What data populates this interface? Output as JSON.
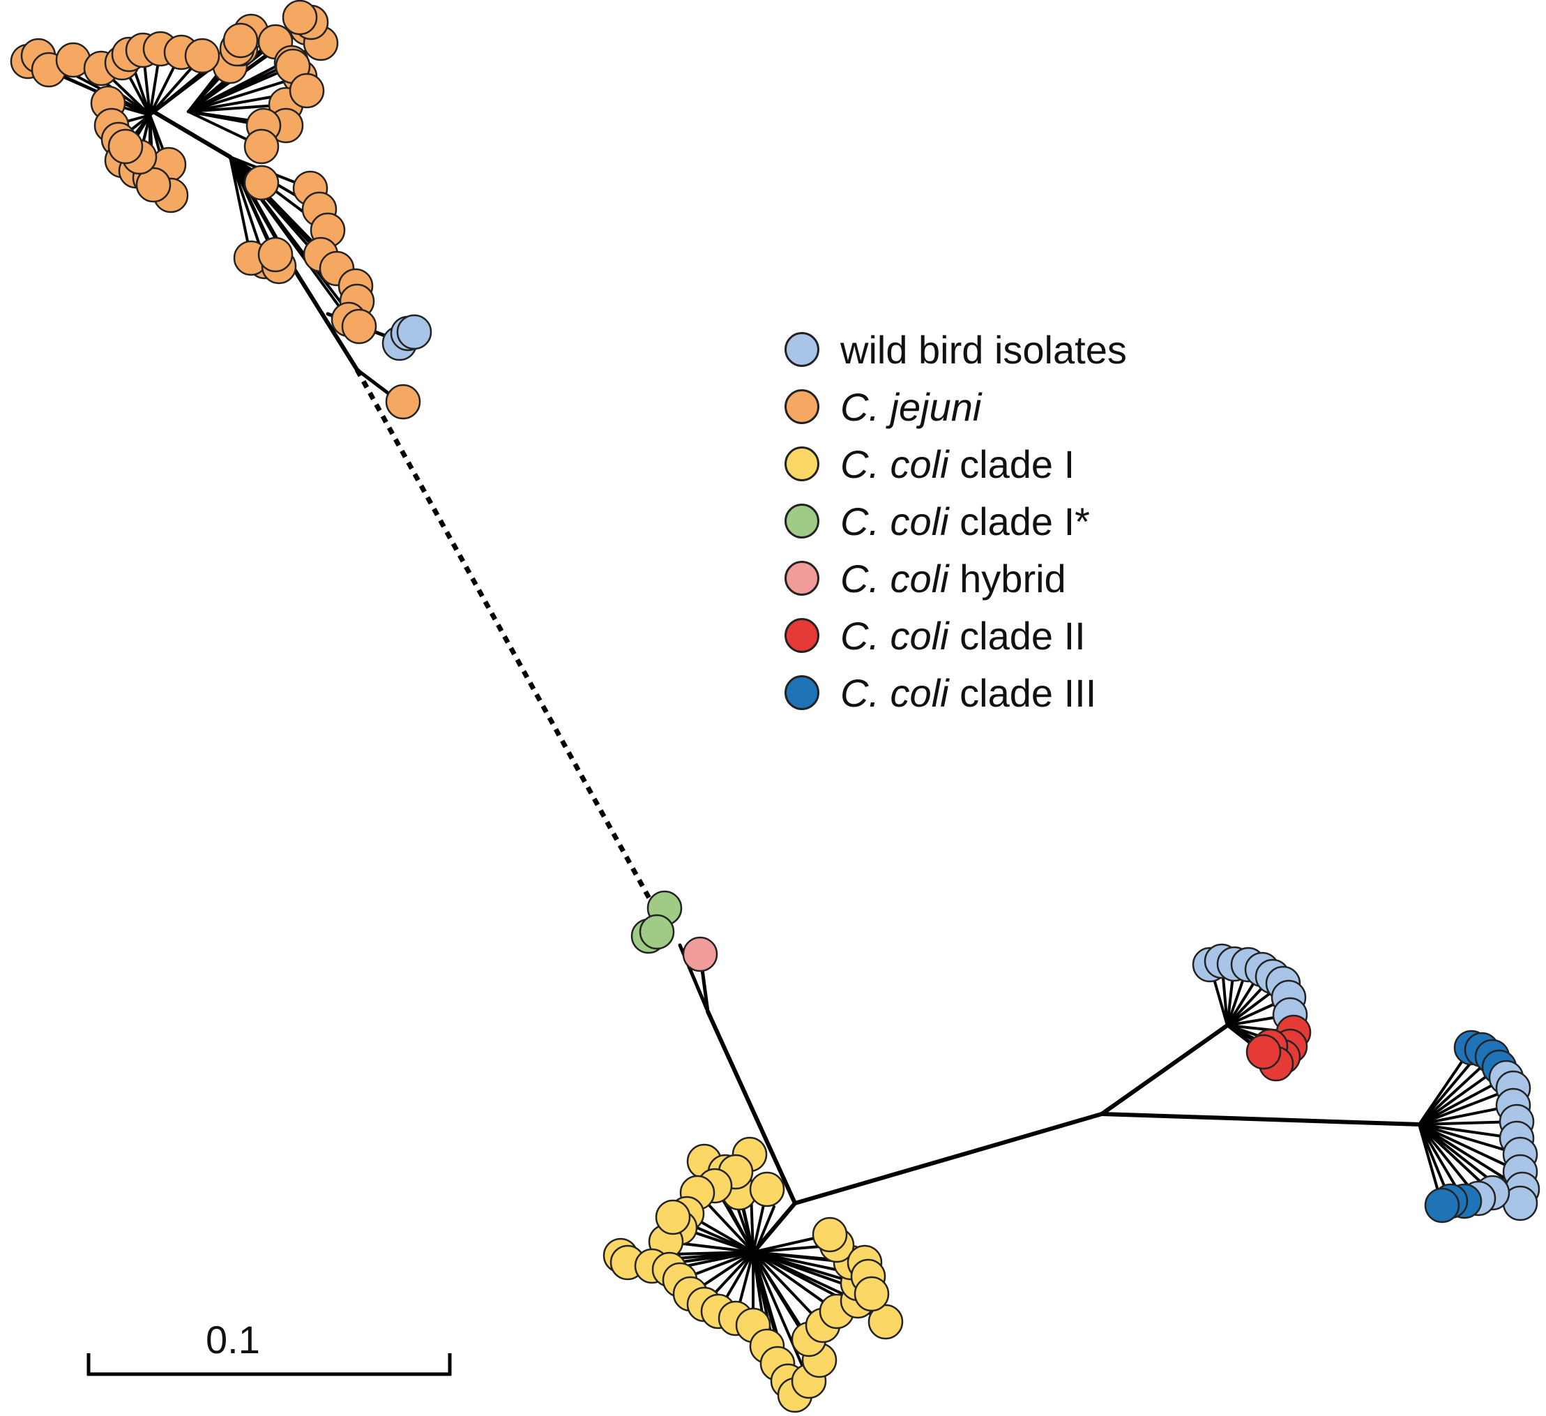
{
  "colors": {
    "wild_bird": "#a8c4e6",
    "jejuni": "#f4a862",
    "coli_clade_I": "#fbd866",
    "coli_clade_I_star": "#9fcb87",
    "coli_hybrid": "#f09c9a",
    "coli_clade_II": "#e53a36",
    "coli_clade_III": "#1f74b8",
    "branch": "#000000",
    "node_outline": "#222222"
  },
  "legend": {
    "items": [
      {
        "key": "wild_bird",
        "italic": "",
        "text": "wild bird isolates"
      },
      {
        "key": "jejuni",
        "italic": "C. jejuni",
        "text": ""
      },
      {
        "key": "coli_clade_I",
        "italic": "C. coli",
        "text": " clade I"
      },
      {
        "key": "coli_clade_I_star",
        "italic": "C. coli",
        "text": " clade I*"
      },
      {
        "key": "coli_hybrid",
        "italic": "C. coli",
        "text": " hybrid"
      },
      {
        "key": "coli_clade_II",
        "italic": "C. coli",
        "text": " clade II"
      },
      {
        "key": "coli_clade_III",
        "italic": "C. coli",
        "text": " clade III"
      }
    ]
  },
  "scale_bar": {
    "label": "0.1"
  }
}
